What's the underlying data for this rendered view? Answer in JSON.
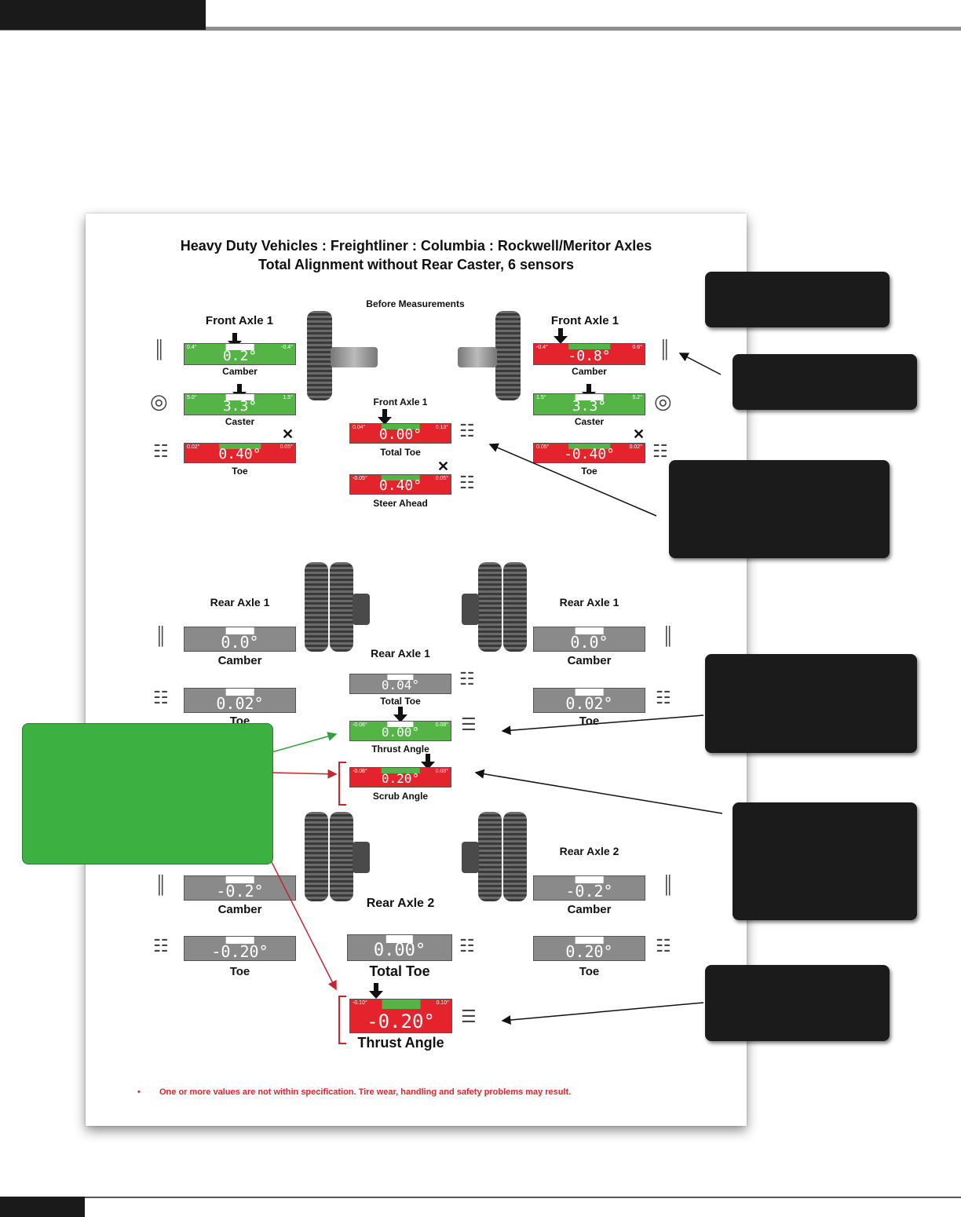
{
  "document": {
    "title": "Heavy Duty Vehicles : Freightliner : Columbia : Rockwell/Meritor Axles",
    "subtitle": "Total Alignment without Rear Caster, 6 sensors",
    "section": "Before Measurements",
    "footnote_bullet": "•",
    "footnote": "One or more values are not within specification.  Tire wear, handling and safety problems may result."
  },
  "front": {
    "left_heading": "Front Axle 1",
    "right_heading": "Front Axle 1",
    "left": {
      "camber": {
        "value": "0.2°",
        "min": "0.4°",
        "max": "-0.4°",
        "label": "Camber",
        "status": "green"
      },
      "caster": {
        "value": "3.3°",
        "min": "5.0°",
        "max": "1.5°",
        "label": "Caster",
        "status": "green"
      },
      "toe": {
        "value": "0.40°",
        "min": "0.02°",
        "max": "0.05°",
        "label": "Toe",
        "status": "red"
      }
    },
    "right": {
      "camber": {
        "value": "-0.8°",
        "min": "-0.4°",
        "max": "0.6°",
        "label": "Camber",
        "status": "red"
      },
      "caster": {
        "value": "3.3°",
        "min": "1.5°",
        "max": "5.2°",
        "label": "Caster",
        "status": "green"
      },
      "toe": {
        "value": "-0.40°",
        "min": "0.05°",
        "max": "0.02°",
        "label": "Toe",
        "status": "red"
      }
    },
    "center_heading": "Front Axle 1",
    "total_toe": {
      "value": "0.00°",
      "min": "0.04°",
      "max": "0.13°",
      "label": "Total Toe",
      "status": "red"
    },
    "steer_ahead": {
      "value": "0.40°",
      "min": "-0.05°",
      "max": "0.05°",
      "label": "Steer Ahead",
      "status": "red"
    }
  },
  "rear1": {
    "left_heading": "Rear Axle 1",
    "right_heading": "Rear Axle 1",
    "center_heading": "Rear Axle 1",
    "left_camber": {
      "value": "0.0°",
      "label": "Camber"
    },
    "right_camber": {
      "value": "0.0°",
      "label": "Camber"
    },
    "left_toe": {
      "value": "0.02°",
      "label": "Toe"
    },
    "right_toe": {
      "value": "0.02°",
      "label": "Toe"
    },
    "total_toe": {
      "value": "0.04°",
      "label": "Total Toe"
    },
    "thrust": {
      "value": "0.00°",
      "min": "-0.08°",
      "max": "0.08°",
      "label": "Thrust Angle",
      "status": "green"
    },
    "scrub": {
      "value": "0.20°",
      "min": "-0.08°",
      "max": "0.08°",
      "label": "Scrub Angle",
      "status": "red"
    }
  },
  "rear2": {
    "right_heading": "Rear Axle 2",
    "center_heading": "Rear Axle 2",
    "left_camber": {
      "value": "-0.2°",
      "label": "Camber"
    },
    "right_camber": {
      "value": "-0.2°",
      "label": "Camber"
    },
    "left_toe": {
      "value": "-0.20°",
      "label": "Toe"
    },
    "right_toe": {
      "value": "0.20°",
      "label": "Toe"
    },
    "total_toe": {
      "value": "0.00°",
      "label": "Total Toe"
    },
    "thrust": {
      "value": "-0.20°",
      "min": "-0.10°",
      "max": "0.10°",
      "label": "Thrust Angle",
      "status": "red"
    }
  },
  "colors": {
    "green": "#55b446",
    "red": "#e5232d",
    "gray": "#8a8a8a",
    "callout": "#1b1b1b",
    "green_callout": "#3db042",
    "arrow_red": "#c2262e"
  },
  "icons": [
    "wheel-camber-icon",
    "wheel-caster-icon",
    "vehicle-toe-icon",
    "thrust-angle-icon",
    "close-x-icon"
  ]
}
